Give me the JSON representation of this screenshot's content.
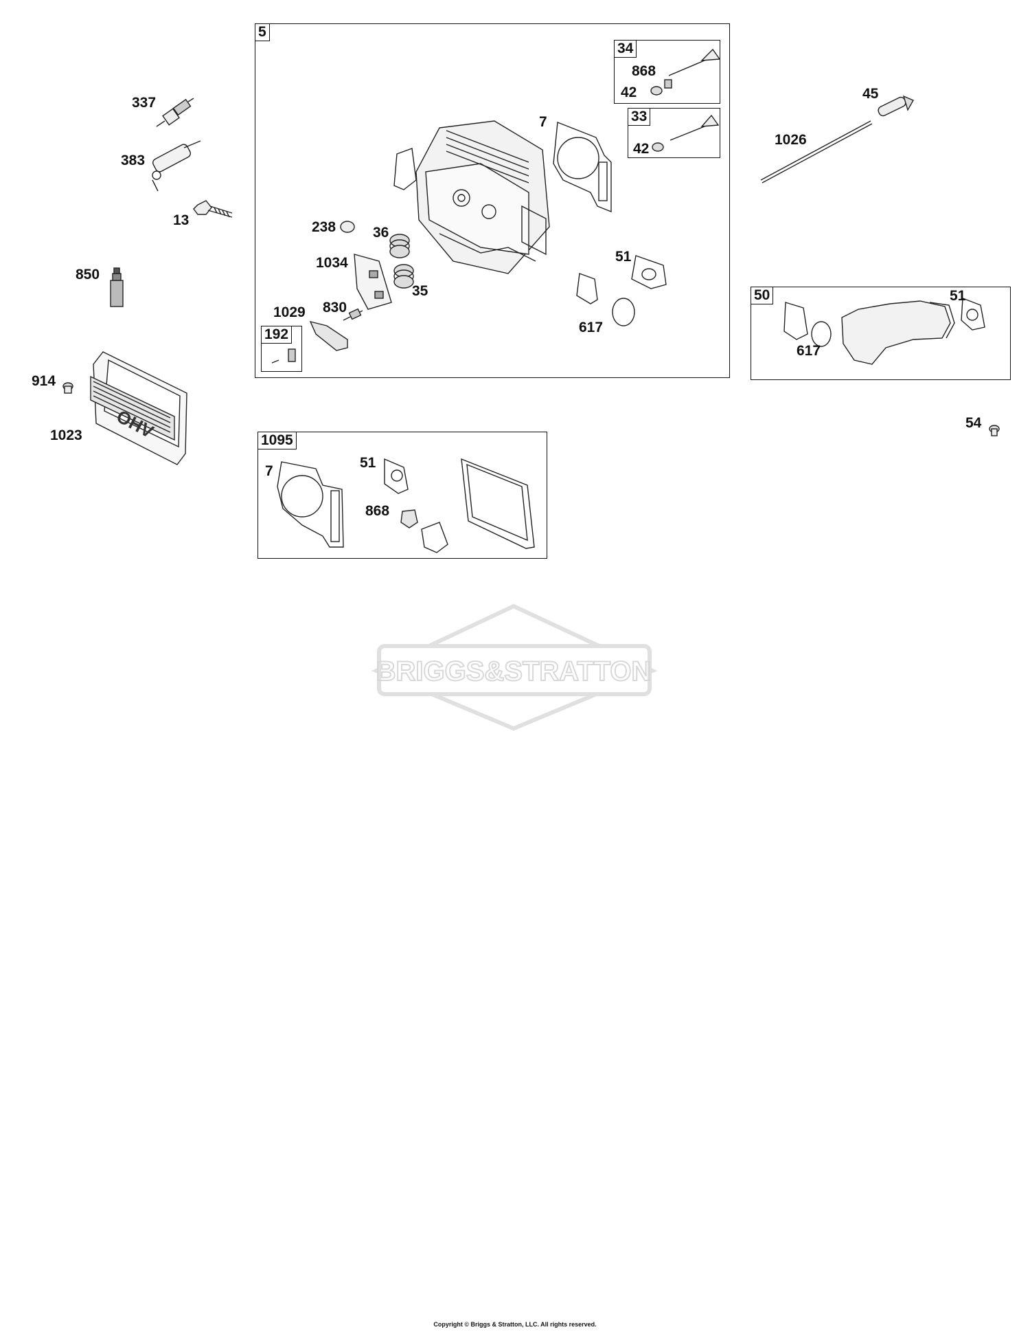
{
  "boxes": {
    "b5": "5",
    "b34": "34",
    "b33": "33",
    "b192": "192",
    "b50": "50",
    "b1095": "1095"
  },
  "labels": {
    "l337": "337",
    "l383": "383",
    "l13": "13",
    "l850": "850",
    "l914": "914",
    "l1023": "1023",
    "l7a": "7",
    "l238": "238",
    "l36": "36",
    "l1034": "1034",
    "l35": "35",
    "l1029": "1029",
    "l830": "830",
    "l51a": "51",
    "l617a": "617",
    "l868a": "868",
    "l42a": "42",
    "l42b": "42",
    "l45": "45",
    "l1026": "1026",
    "l51b": "51",
    "l617b": "617",
    "l54": "54",
    "l7b": "7",
    "l51c": "51",
    "l868b": "868"
  },
  "cover_text": "OHV",
  "watermark": "BRIGGS&STRATTON",
  "footer": "Copyright © Briggs & Stratton, LLC. All rights reserved."
}
